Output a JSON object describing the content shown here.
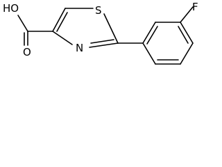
{
  "structure": {
    "atoms": {
      "hydroxyl": "HO",
      "carbonyl_oxygen": "O",
      "ring_nitrogen": "N",
      "ring_sulfur": "S",
      "fluorine": "F"
    }
  },
  "colors": {
    "bond": "#000000",
    "label": "#000000",
    "background": "#ffffff"
  }
}
